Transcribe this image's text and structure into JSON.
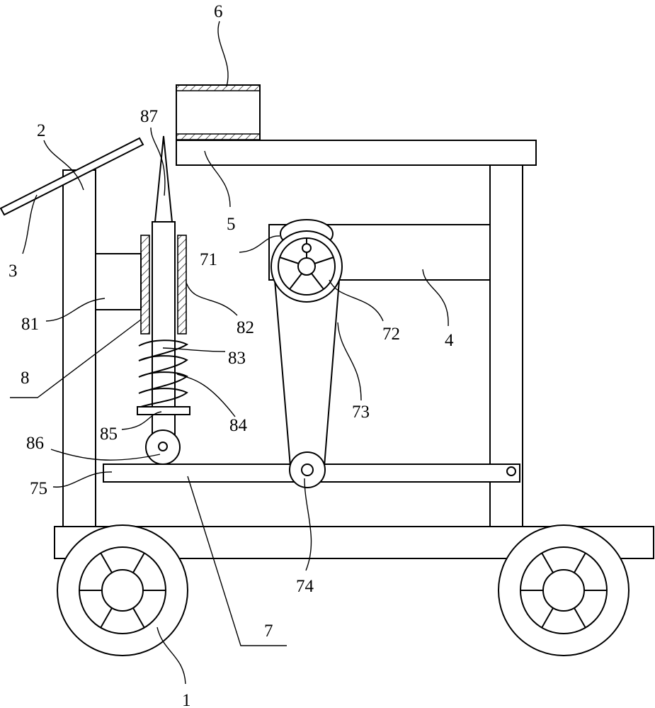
{
  "figure": {
    "colors": {
      "line": "#000000",
      "background": "#ffffff"
    },
    "labels": {
      "wheel": "1",
      "side_post": "2",
      "inclined_plate": "3",
      "cross_beam": "4",
      "top_plate": "5",
      "box": "6",
      "drive_assembly": "7",
      "motor": "71",
      "large_pulley": "72",
      "belt": "73",
      "small_pulley": "74",
      "swing_lever": "75",
      "punch_assembly": "8",
      "bracket": "81",
      "guide_sleeve": "82",
      "rod": "83",
      "spring": "84",
      "collar": "85",
      "roller": "86",
      "spike": "87"
    }
  }
}
